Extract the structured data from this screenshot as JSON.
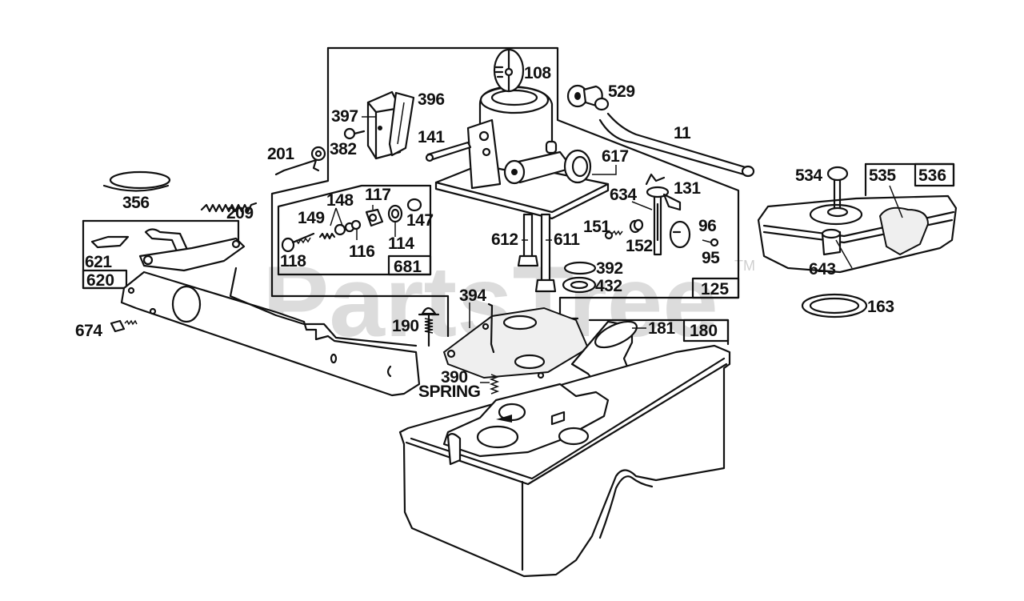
{
  "diagram": {
    "title": "Carburetor assembly exploded parts diagram",
    "watermark": "PartsTree",
    "watermark_tm": "TM",
    "groups": [
      {
        "id": "125",
        "label": "125"
      },
      {
        "id": "681",
        "label": "681"
      },
      {
        "id": "620",
        "label": "620"
      },
      {
        "id": "180",
        "label": "180"
      },
      {
        "id": "536",
        "label": "536"
      }
    ],
    "callouts": {
      "p108": "108",
      "p529": "529",
      "p396": "396",
      "p397": "397",
      "p382": "382",
      "p141": "141",
      "p11": "11",
      "p201": "201",
      "p617": "617",
      "p356": "356",
      "p209": "209",
      "p534": "534",
      "p535": "535",
      "p131": "131",
      "p634": "634",
      "p148": "148",
      "p117": "117",
      "p149": "149",
      "p147": "147",
      "p114": "114",
      "p116": "116",
      "p118": "118",
      "p151": "151",
      "p96": "96",
      "p612": "612",
      "p611": "611",
      "p152": "152",
      "p95": "95",
      "p621": "621",
      "p643": "643",
      "p392": "392",
      "p432": "432",
      "p163": "163",
      "p394": "394",
      "p674": "674",
      "p190": "190",
      "p181": "181",
      "p390": "390",
      "spring": "SPRING"
    }
  }
}
